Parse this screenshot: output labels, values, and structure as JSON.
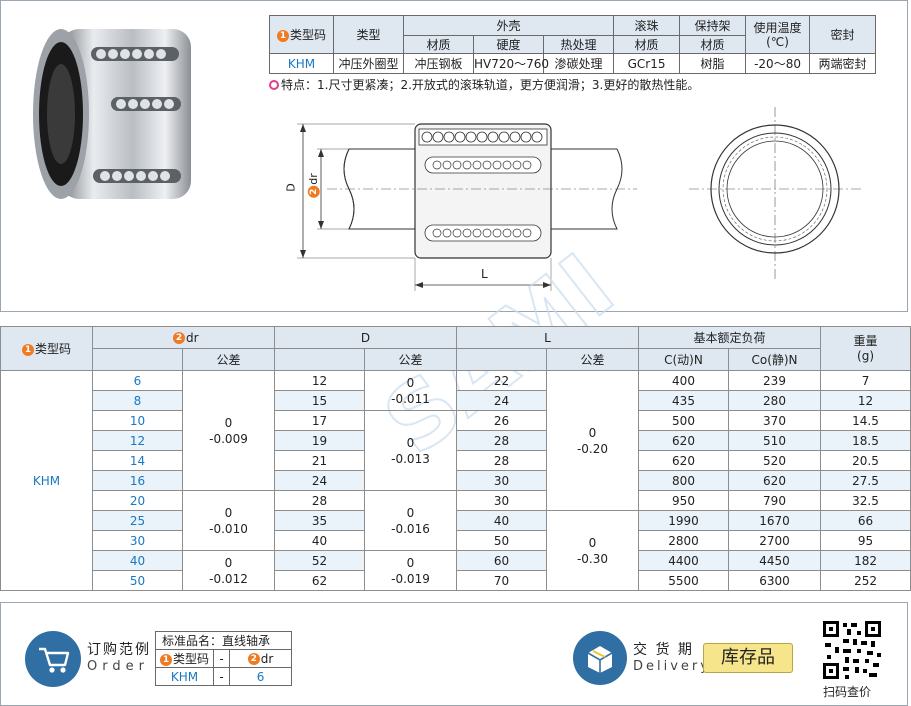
{
  "spec_table": {
    "col_type_code": "类型码",
    "col_type": "类型",
    "col_shell": "外壳",
    "col_ball": "滚珠",
    "col_retainer": "保持架",
    "col_temp": "使用温度",
    "col_temp_unit": "(℃)",
    "col_seal": "密封",
    "sub_material": "材质",
    "sub_hardness": "硬度",
    "sub_heat": "热处理",
    "row": {
      "code": "KHM",
      "type": "冲压外圈型",
      "shell_material": "冲压钢板",
      "hardness": "HV720～760",
      "heat": "渗碳处理",
      "ball_material": "GCr15",
      "retainer_material": "树脂",
      "temp": "-20～80",
      "seal": "两端密封"
    }
  },
  "features": "特点：1.尺寸更紧凑；2.开放式的滚珠轨道，更方便润滑；3.更好的散热性能。",
  "drawing": {
    "label_D": "D",
    "label_dr": "dr",
    "label_L": "L",
    "badge_2": "2"
  },
  "main_table": {
    "h_type_code": "类型码",
    "h_dr": "dr",
    "h_D": "D",
    "h_L": "L",
    "h_load": "基本额定负荷",
    "h_weight": "重量",
    "h_weight_unit": "(g)",
    "h_tol": "公差",
    "h_C": "C(动)N",
    "h_Co": "Co(静)N",
    "type_code": "KHM",
    "rows": [
      {
        "dr": "6",
        "D": "12",
        "L": "22",
        "C": "400",
        "Co": "239",
        "w": "7"
      },
      {
        "dr": "8",
        "D": "15",
        "L": "24",
        "C": "435",
        "Co": "280",
        "w": "12"
      },
      {
        "dr": "10",
        "D": "17",
        "L": "26",
        "C": "500",
        "Co": "370",
        "w": "14.5"
      },
      {
        "dr": "12",
        "D": "19",
        "L": "28",
        "C": "620",
        "Co": "510",
        "w": "18.5"
      },
      {
        "dr": "14",
        "D": "21",
        "L": "28",
        "C": "620",
        "Co": "520",
        "w": "20.5"
      },
      {
        "dr": "16",
        "D": "24",
        "L": "30",
        "C": "800",
        "Co": "620",
        "w": "27.5"
      },
      {
        "dr": "20",
        "D": "28",
        "L": "30",
        "C": "950",
        "Co": "790",
        "w": "32.5"
      },
      {
        "dr": "25",
        "D": "35",
        "L": "40",
        "C": "1990",
        "Co": "1670",
        "w": "66"
      },
      {
        "dr": "30",
        "D": "40",
        "L": "50",
        "C": "2800",
        "Co": "2700",
        "w": "95"
      },
      {
        "dr": "40",
        "D": "52",
        "L": "60",
        "C": "4400",
        "Co": "4450",
        "w": "182"
      },
      {
        "dr": "50",
        "D": "62",
        "L": "70",
        "C": "5500",
        "Co": "6300",
        "w": "252"
      }
    ],
    "tol_zero": "0",
    "dr_tol_1": "-0.009",
    "dr_tol_2": "-0.010",
    "dr_tol_3": "-0.012",
    "D_tol_1": "-0.011",
    "D_tol_2": "-0.013",
    "D_tol_3": "-0.016",
    "D_tol_4": "-0.019",
    "L_tol_1": "-0.20",
    "L_tol_2": "-0.30"
  },
  "order": {
    "title_cn": "订购范例",
    "title_en": "Order",
    "std_name_label": "标准品名：直线轴承",
    "col_code": "类型码",
    "col_dash": "-",
    "col_dr": "dr",
    "val_code": "KHM",
    "val_dr": "6"
  },
  "delivery": {
    "title_cn": "交 货 期",
    "title_en": "Delivery",
    "stock_label": "库存品",
    "qr_caption": "扫码查价"
  },
  "badges": {
    "one": "1",
    "two": "2"
  },
  "colors": {
    "accent_blue": "#1a78c2",
    "badge_orange": "#f07a22",
    "header_bg": "#dfe8f1",
    "stock_yellow": "#f6e58a"
  }
}
